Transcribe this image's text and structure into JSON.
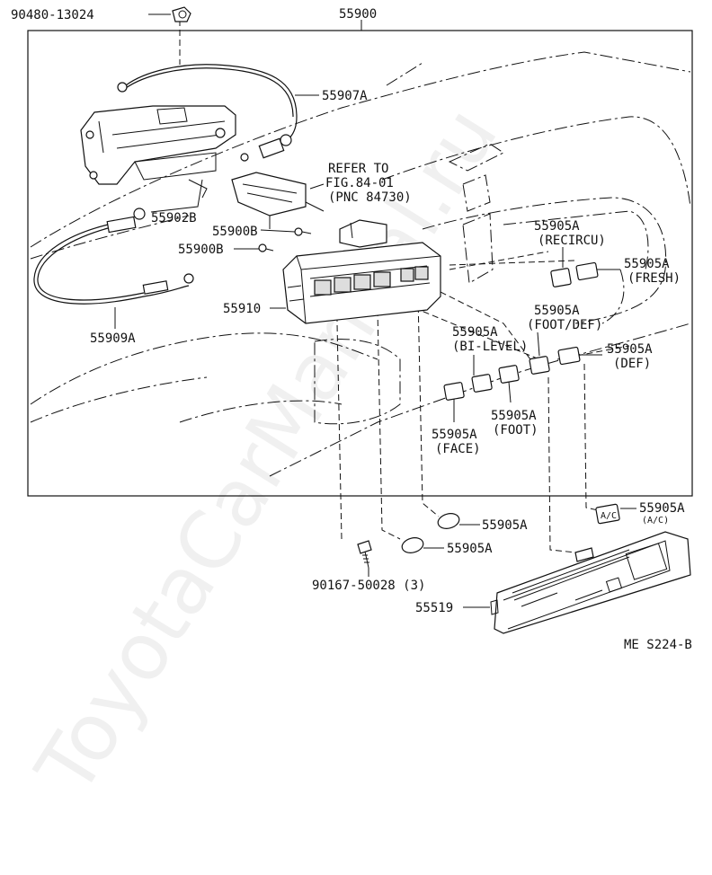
{
  "diagram": {
    "watermark": "ToyotaCarManual.ru",
    "code": "ME S224-B",
    "labels": {
      "p90480": "90480-13024",
      "p55900": "55900",
      "p55907a": "55907A",
      "refer1": "REFER TO",
      "refer2": "FIG.84-01",
      "refer3": "(PNC 84730)",
      "p55902b": "55902B",
      "p55900b_1": "55900B",
      "p55900b_2": "55900B",
      "p55909a": "55909A",
      "p55910": "55910",
      "recircu_pn": "55905A",
      "recircu": "(RECIRCU)",
      "fresh_pn": "55905A",
      "fresh": "(FRESH)",
      "footdef_pn": "55905A",
      "footdef": "(FOOT/DEF)",
      "bilevel_pn": "55905A",
      "bilevel": "(BI-LEVEL)",
      "def_pn": "55905A",
      "def": "(DEF)",
      "foot_pn": "55905A",
      "foot": "(FOOT)",
      "face_pn": "55905A",
      "face": "(FACE)",
      "ac_pn": "55905A",
      "ac": "(A/C)",
      "knob1": "55905A",
      "knob2": "55905A",
      "screw": "90167-50028 (3)",
      "p55519": "55519",
      "ac_icon_text": "A/C"
    }
  }
}
